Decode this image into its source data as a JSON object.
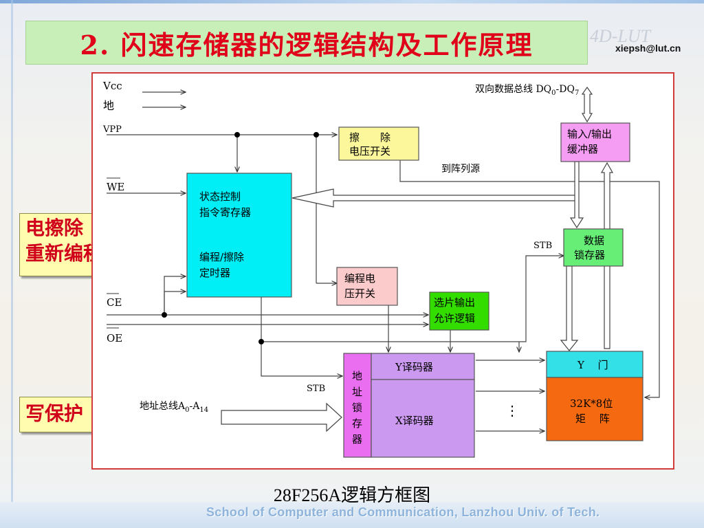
{
  "slide": {
    "title": "2. 闪速存储器的逻辑结构及工作原理",
    "email": "xiepsh@lut.cn",
    "logo": "4D-LUT",
    "footer": "School of Computer and Communication, Lanzhou Univ. of Tech.",
    "caption": "28F256A逻辑方框图"
  },
  "side_labels": {
    "erase": [
      "电擦除",
      "重新编程"
    ],
    "protect": "写保护"
  },
  "diagram": {
    "signals": {
      "vcc": "Vcc",
      "gnd": "地",
      "vpp": "VPP",
      "we": "WE",
      "ce": "CE",
      "oe": "OE"
    },
    "bus_data": {
      "text": "双向数据总线 DQ",
      "sub0": "0",
      "dash": "-DQ",
      "sub1": "7"
    },
    "bus_addr": {
      "text": "地址总线A",
      "sub0": "0",
      "dash": "-A",
      "sub1": "14"
    },
    "to_array_source": "到阵列源",
    "stb_top": "STB",
    "stb_bottom": "STB",
    "dots": "⋮",
    "blocks": {
      "erase_switch": {
        "line1": "擦　　除",
        "line2": "电压开关",
        "color": "#fcf79a"
      },
      "io_buffer": {
        "line1": "输入/输出",
        "line2": "缓冲器",
        "color": "#f59cf3"
      },
      "state_ctrl": {
        "line1": "状态控制",
        "line2": "指令寄存器",
        "line3": "编程/擦除",
        "line4": "定时器",
        "color": "#00eef5"
      },
      "prog_switch": {
        "line1": "编程电",
        "line2": "压开关",
        "color": "#fbcaca"
      },
      "chip_out": {
        "line1": "选片输出",
        "line2": "允许逻辑",
        "color": "#33dd00"
      },
      "data_latch": {
        "line1": "数据",
        "line2": "锁存器",
        "color": "#66ee77"
      },
      "addr_latch": {
        "chars": [
          "地",
          "址",
          "锁",
          "存",
          "器"
        ],
        "color": "#ea6ef0"
      },
      "y_decoder": {
        "label": "Y译码器",
        "color": "#cc99f0"
      },
      "x_decoder": {
        "label": "X译码器",
        "color": "#cc99f0"
      },
      "y_gate": {
        "label": "Y　 门",
        "color": "#33e0e8"
      },
      "matrix": {
        "line1": "32K*8位",
        "line2": "矩　 阵",
        "color": "#f56a10"
      }
    }
  }
}
